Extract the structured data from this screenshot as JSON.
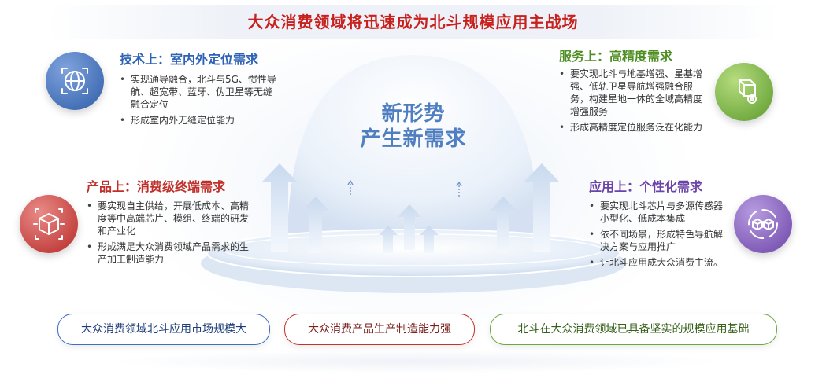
{
  "title": "大众消费领域将迅速成为北斗规模应用主战场",
  "center": {
    "line1": "新形势",
    "line2": "产生新需求"
  },
  "sections": {
    "tech": {
      "title": "技术上：室内外定位需求",
      "items": [
        "实现通导融合，北斗与5G、惯性导航、超宽带、蓝牙、伪卫星等无缝融合定位",
        "形成室内外无缝定位能力"
      ],
      "color": "#2d62b5"
    },
    "service": {
      "title": "服务上：高精度需求",
      "items": [
        "要实现北斗与地基增强、星基增强、低轨卫星导航增强融合服务，构建星地一体的全域高精度增强服务",
        "形成高精度定位服务泛在化能力"
      ],
      "color": "#4f8f23"
    },
    "product": {
      "title": "产品上：消费级终端需求",
      "items": [
        "要实现自主供给，开展低成本、高精度等中高端芯片、模组、终端的研发和产业化",
        "形成满足大众消费领域产品需求的生产加工制造能力"
      ],
      "color": "#c0302a"
    },
    "application": {
      "title": "应用上：个性化需求",
      "items": [
        "要实现北斗芯片与多源传感器小型化、低成本集成",
        "依不同场景，形成特色导航解决方案与应用推广",
        "让北斗应用成大众消费主流。"
      ],
      "color": "#6c44a8"
    }
  },
  "bottom": [
    "大众消费领域北斗应用市场规模大",
    "大众消费产品生产制造能力强",
    "北斗在大众消费领域已具备坚实的规模应用基础"
  ],
  "icons": {
    "tech": "globe-target-icon",
    "service": "cube-gear-icon",
    "product": "cube-scan-icon",
    "application": "cubes-cycle-icon"
  }
}
